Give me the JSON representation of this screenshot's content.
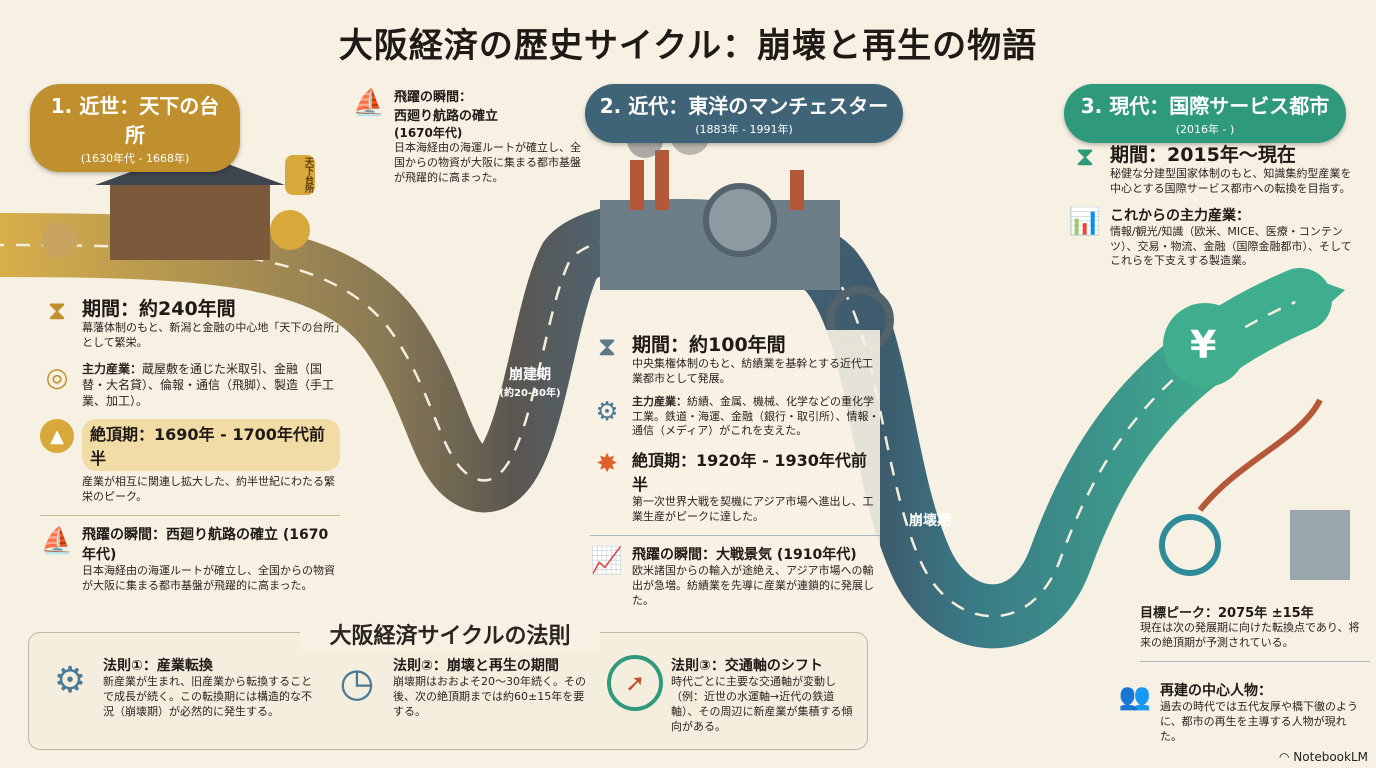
{
  "title": "大阪経済の歴史サイクル：崩壊と再生の物語",
  "era1": {
    "heading": "1. 近世：天下の台所",
    "years": "(1630年代 - 1668年)",
    "sign": "天下台所",
    "period_title": "期間：約240年間",
    "period_body": "幕藩体制のもと、新潟と金融の中心地「天下の台所」として繁栄。",
    "industry_title": "主力産業：",
    "industry_body": "蔵屋敷を通じた米取引、金融（国替・大名貸）、倫報・通信（飛脚）、製造（手工業、加工）。",
    "peak_title": "絶頂期：1690年 - 1700年代前半",
    "peak_body": "産業が相互に関連し拡大した、約半世紀にわたる繁栄のピーク。",
    "leap_title": "飛躍の瞬間：西廻り航路の確立 (1670年代)",
    "leap_body": "日本海経由の海運ルートが確立し、全国からの物資が大阪に集まる都市基盤が飛躍的に高まった。"
  },
  "callout": {
    "title1": "飛躍の瞬間：",
    "title2": "西廻り航路の確立",
    "years": "(1670年代)",
    "body": "日本海経由の海運ルートが確立し、全国からの物資が大阪に集まる都市基盤が飛躍的に高まった。"
  },
  "collapse1": {
    "label": "崩建期",
    "sub": "(約20-30年)"
  },
  "era2": {
    "heading": "2. 近代：東洋のマンチェスター",
    "years": "(1883年 - 1991年)",
    "period_title": "期間：約100年間",
    "period_body": "中央集権体制のもと、紡績業を基幹とする近代工業都市として発展。",
    "industry_title": "主力産業：",
    "industry_body": "紡績、金属、機械、化学などの重化学工業。鉄道・海運、金融（銀行・取引所）、情報・通信（メディア）がこれを支えた。",
    "peak_title": "絶頂期：1920年 - 1930年代前半",
    "peak_body": "第一次世界大戦を契機にアジア市場へ進出し、工業生産がピークに達した。",
    "leap_title": "飛躍の瞬間：大戦景気 (1910年代)",
    "leap_body": "欧米諸国からの輸入が途絶え、アジア市場への輸出が急増。紡績業を先導に産業が連鎖的に発展した。"
  },
  "collapse2": {
    "label": "崩壊期"
  },
  "era3": {
    "heading": "3. 現代：国際サービス都市",
    "years": "(2016年 - )",
    "period_title": "期間：2015年〜現在",
    "period_body": "秘健な分建型国家体制のもと、知識集約型産業を中心とする国際サービス都市への転換を目指す。",
    "industry_title": "これからの主力産業：",
    "industry_body": "情報/観光/知識（欧米、MICE、医療・コンテンツ）、交易・物流、金融（国際金融都市）、そしてこれらを下支えする製造業。",
    "target_title": "目標ピーク：2075年 ±15年",
    "target_body": "現在は次の発展期に向けた転換点であり、将来の絶頂期が予測されている。",
    "leader_title": "再建の中心人物：",
    "leader_body": "過去の時代では五代友厚や橋下徹のように、都市の再生を主導する人物が現れた。"
  },
  "laws": {
    "title": "大阪経済サイクルの法則",
    "items": [
      {
        "title": "法則①：産業転換",
        "body": "新産業が生まれ、旧産業から転換することで成長が続く。この転換期には構造的な不況（崩壊期）が必然的に発生する。"
      },
      {
        "title": "法則②：崩壊と再生の期間",
        "body": "崩壊期はおおよそ20〜30年続く。その後、次の絶頂期までは約60±15年を要する。"
      },
      {
        "title": "法則③：交通軸のシフト",
        "body": "時代ごとに主要な交通軸が変動し（例：近世の水運軸→近代の鉄道軸）、その周辺に新産業が集積する傾向がある。"
      }
    ]
  },
  "brand": "NotebookLM",
  "colors": {
    "gold": "#c9962e",
    "blue": "#3f6478",
    "teal": "#2f9a7b",
    "bg": "#f7f1e3"
  }
}
